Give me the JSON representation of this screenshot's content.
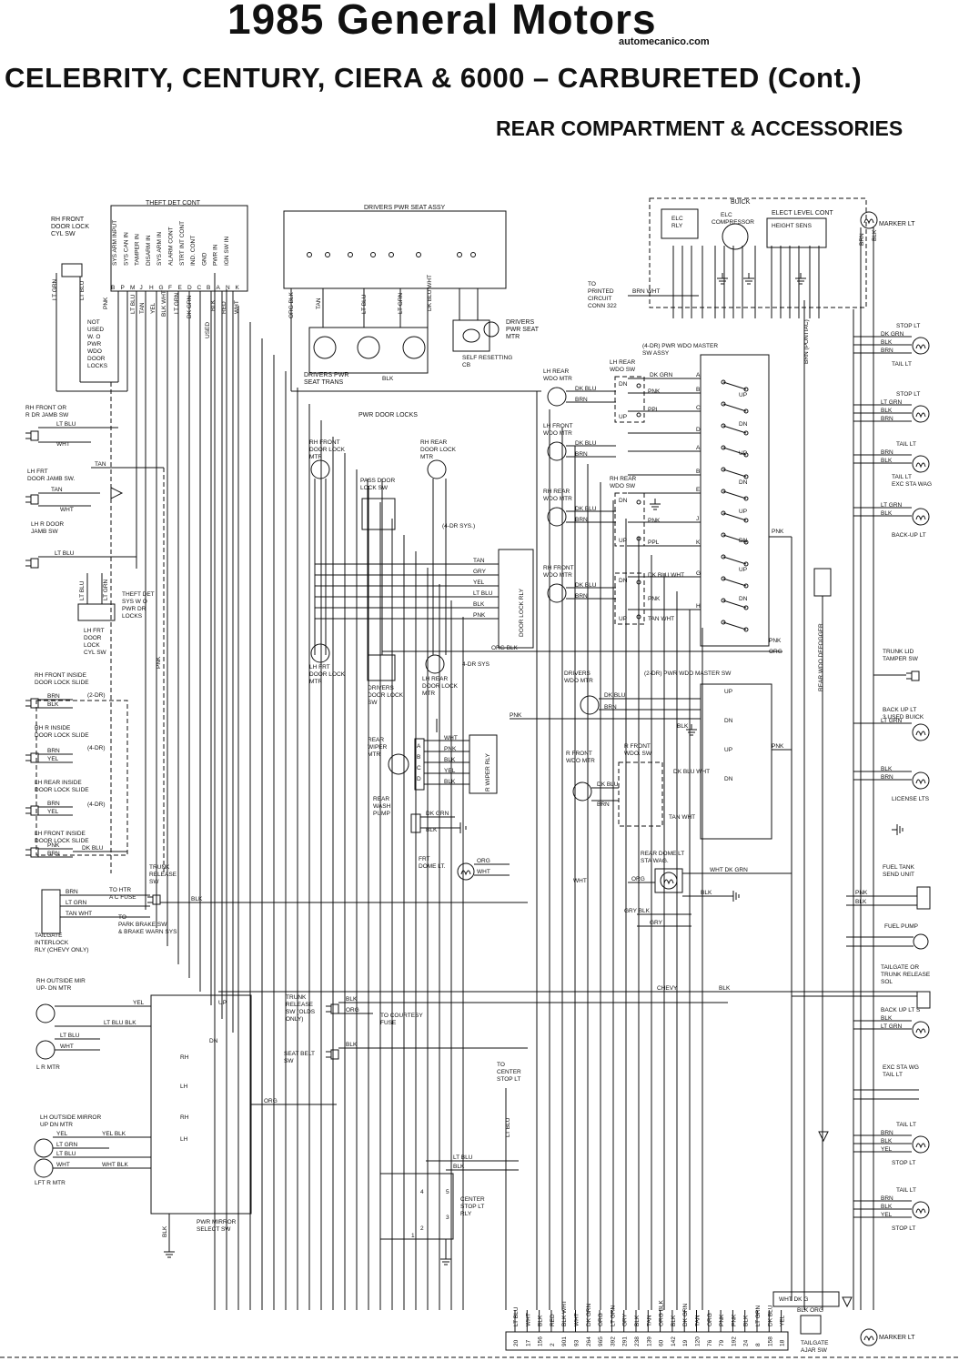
{
  "header": {
    "title": "1985 General Motors",
    "website": "automecanico.com",
    "subtitle": "CELEBRITY, CENTURY, CIERA & 6000  –  CARBURETED (Cont.)",
    "section": "REAR COMPARTMENT & ACCESSORIES"
  },
  "components": {
    "theft_det_cont": "THEFT DET CONT",
    "drivers_pwr_seat_assy": "DRIVERS PWR SEAT ASSY",
    "buick": "BUICK",
    "elect_level_cont": "ELECT LEVEL CONT",
    "elc_rly_1": "ELC",
    "elc_rly_2": "RLY",
    "elc_compressor_1": "ELC",
    "elc_compressor_2": "COMPRESSOR",
    "height_sens": "HEIGHT SENS",
    "marker_lt_top": "MARKER LT",
    "marker_lt_bottom": "MARKER LT",
    "rh_front_door_lock_cyl_sw": [
      "RH FRONT",
      "DOOR LOCK",
      "CYL SW"
    ],
    "not_used": [
      "NOT",
      "USED",
      "W. O",
      "PWR",
      "WDO",
      "DOOR",
      "LOCKS"
    ],
    "to_printed_circuit": [
      "TO",
      "PRINTED",
      "CIRCUIT",
      "CONN 322"
    ],
    "drivers_pwr_seat_mtr": [
      "DRIVERS",
      "PWR SEAT",
      "MTR"
    ],
    "self_resetting_cb": [
      "SELF RESETTING",
      "CB"
    ],
    "drivers_pwr_seat_trans": [
      "DRIVERS PWR",
      "SEAT TRANS"
    ],
    "pwr_wdo_master_4dr": [
      "(4-DR)  PWR WDO MASTER",
      "SW ASSY"
    ],
    "rh_front_or_r_dr_jamb_sw": [
      "RH FRONT OR",
      "R DR JAMB SW"
    ],
    "pwr_door_locks": "PWR DOOR LOCKS",
    "lh_rear_wdo_mtr": [
      "LH REAR",
      "WDO MTR"
    ],
    "lh_rear_wdo_sw": [
      "LH REAR",
      "WDO SW"
    ],
    "lh_front_wdo_mtr": [
      "LH FRONT",
      "WDO MTR"
    ],
    "lh_frt_door_jamb_sw": [
      "LH FRT",
      "DOOR JAMB SW."
    ],
    "lh_r_door_jamb_sw": [
      "LH R DOOR",
      "JAMB SW"
    ],
    "rh_front_door_lock_mtr": [
      "RH FRONT",
      "DOOR LOCK",
      "MTR"
    ],
    "rh_rear_door_lock_mtr": [
      "RH REAR",
      "DOOR LOCK",
      "MTR"
    ],
    "pass_door_lock_sw": [
      "PASS DOOR",
      "LOCK SW"
    ],
    "rh_rear_wdo_sw": [
      "RH REAR",
      "WDO SW"
    ],
    "rh_rear_wdo_mtr": [
      "RH REAR",
      "WDO MTR"
    ],
    "four_dr_sys": "(4-DR SYS.)",
    "rh_front_wdo_mtr": [
      "RH FRONT",
      "WDO MTR"
    ],
    "theft_det_sys": [
      "THEFT DET",
      "SYS W O",
      "PWR DR",
      "LOCKS"
    ],
    "lh_frt_door_lock_cyl_sw": [
      "LH FRT",
      "DOOR",
      "LOCK",
      "CYL SW"
    ],
    "door_lock_rly": "DOOR LOCK RLY",
    "lh_frt_door_lock_mtr": [
      "LH FRT",
      "DOOR LOCK",
      "MTR"
    ],
    "drivers_door_lock_sw": [
      "DRIVERS",
      "DOOR LOCK",
      "SW"
    ],
    "lh_rear_door_lock_mtr": [
      "LH REAR",
      "DOOR LOCK",
      "MTR"
    ],
    "four_dr_sys_2": "4-DR SYS",
    "rear_wdo_defogger": "REAR WDO DEFOGGER",
    "trunk_lid_tamper_sw": [
      "TRUNK LID",
      "TAMPER SW"
    ],
    "rh_front_inside_door_lock_slide": [
      "RH FRONT INSIDE",
      "DOOR LOCK SLIDE"
    ],
    "two_dr": "(2-DR)",
    "rh_r_inside_door_lock_slide": [
      "RH R  INSIDE",
      "DOOR LOCK SLIDE"
    ],
    "four_dr_a": "(4-DR)",
    "lh_rear_inside_door_lock_slide": [
      "LH REAR INSIDE",
      "DOOR LOCK SLIDE"
    ],
    "four_dr_b": "(4-DR)",
    "lh_front_inside_door_lock_slide": [
      "LH FRONT INSIDE",
      "DOOR LOCK SLIDE"
    ],
    "drivers_wdo_mtr": [
      "DRIVERS",
      "WDO MTR"
    ],
    "pwr_wdo_master_2dr": "(2-DR) PWR WDO MASTER SW",
    "back_up_lt_3": [
      "BACK UP LT",
      "3 USED BUICK"
    ],
    "r_front_wdo_sw": [
      "R  FRONT",
      "WDO. SW"
    ],
    "r_front_wdo_mtr": [
      "R FRONT",
      "WDO MTR"
    ],
    "rear_wiper_mtr": [
      "REAR",
      "WIPER",
      "MTR"
    ],
    "r_wiper_rly": "R WIPER RLY",
    "rear_wash_pump": [
      "REAR",
      "WASH",
      "PUMP"
    ],
    "license_lts": "LICENSE LTS",
    "frt_dome_lt": [
      "FRT",
      "DOME LT."
    ],
    "rear_dome_lt": [
      "REAR DOME LT",
      "STA WAG."
    ],
    "fuel_tank_send_unit": [
      "FUEL TANK",
      "SEND UNIT"
    ],
    "trunk_release_sw": [
      "TRUNK",
      "RELEASE",
      "SW"
    ],
    "to_htr_ac_fuse": [
      "TO HTR",
      "A C FUSE"
    ],
    "to_park_brake": [
      "TO",
      "PARK BRAKE SW",
      "& BRAKE WARN SYS"
    ],
    "tailgate_interlock_rly": [
      "TAILGATE",
      "INTERLOCK",
      "RLY (CHEVY ONLY)"
    ],
    "fuel_pump": "FUEL PUMP",
    "tailgate_or_trunk_release_sol": [
      "TAILGATE OR",
      "TRUNK RELEASE",
      "SOL"
    ],
    "chevy": "CHEVY",
    "rh_outside_mir": [
      "RH OUTSIDE MIR",
      "UP- DN MTR"
    ],
    "l_r_mtr": "L  R MTR",
    "trunk_release_sw_olds": [
      "TRUNK",
      "RELEASE",
      "SW (OLDS",
      "ONLY)"
    ],
    "to_courtesy_fuse": [
      "TO COURTESY",
      "FUSE"
    ],
    "back_up_lts": "BACK UP LT S",
    "seat_belt_sw": [
      "SEAT BELT",
      "SW"
    ],
    "exc_sta_wg": "EXC STA WG",
    "to_center_stop_lt": [
      "TO",
      "CENTER",
      "STOP LT"
    ],
    "lh_outside_mirror": [
      "LH OUTSIDE MIRROR",
      "UP DN MTR"
    ],
    "lft_r_mtr": "LFT  R MTR",
    "pwr_mirror_select_sw": [
      "PWR MIRROR",
      "SELECT SW"
    ],
    "center_stop_lt_rly": [
      "CENTER",
      "STOP LT",
      "RLY"
    ],
    "tailgate_ajar_sw": [
      "TAILGATE",
      "AJAR SW"
    ],
    "stop_lt": "STOP LT",
    "tail_lt": "TAIL LT",
    "back_up_lt": "BACK-UP LT",
    "tail_lt_exc_sta_wag": [
      "TAIL LT",
      "EXC STA WAG"
    ]
  },
  "theft_pin_labels": [
    "SYS ARM INPUT",
    "SYS CAN IN",
    "TAMPER IN",
    "DISARM IN",
    "SYS ARM IN",
    "ALARM CONT",
    "STRT INT CONT",
    "IND. CONT",
    "GND",
    "PWR IN",
    "IGN SW IN"
  ],
  "theft_pin_letters": [
    "B",
    "P",
    "M",
    "J",
    "H",
    "G",
    "F",
    "E",
    "D",
    "C",
    "B",
    "A",
    "N",
    "K"
  ],
  "wire_colors": [
    "PNK",
    "LT BLU",
    "TAN",
    "YEL",
    "BLK WHT",
    "LT GRN",
    "DK GRN",
    "USED",
    "BLK",
    "RED",
    "WHT",
    "ORG BLK",
    "ORG",
    "BRN",
    "DK BLU",
    "PPL",
    "GRY",
    "DK BLU WHT",
    "TAN WHT",
    "WHT DK GRN",
    "GRY BLK",
    "LT BLU BLK",
    "YEL BLK",
    "WHT BLK",
    "BRN WHT",
    "DK GRN",
    "BRN (PONTIAC)",
    "WHT DK G",
    "BLK ORG"
  ],
  "connector_numbers": [
    "20",
    "17",
    "156",
    "2",
    "901",
    "93",
    "264",
    "965",
    "392",
    "291",
    "238",
    "139",
    "60",
    "142",
    "19",
    "120",
    "76",
    "79",
    "192",
    "24",
    "8",
    "158",
    "18"
  ],
  "connector_wire_colors": [
    "LT BLU",
    "WHT",
    "BLK",
    "RED",
    "BLK WHT",
    "WHT",
    "DK GRN",
    "ORG",
    "LT GRN",
    "GRY",
    "BLK",
    "TAN",
    "ORG BLK",
    "BLK",
    "DK GRN",
    "TAN",
    "ORG",
    "PNK",
    "PNK",
    "BLK",
    "LT GRN",
    "DK BLU",
    "YEL"
  ]
}
